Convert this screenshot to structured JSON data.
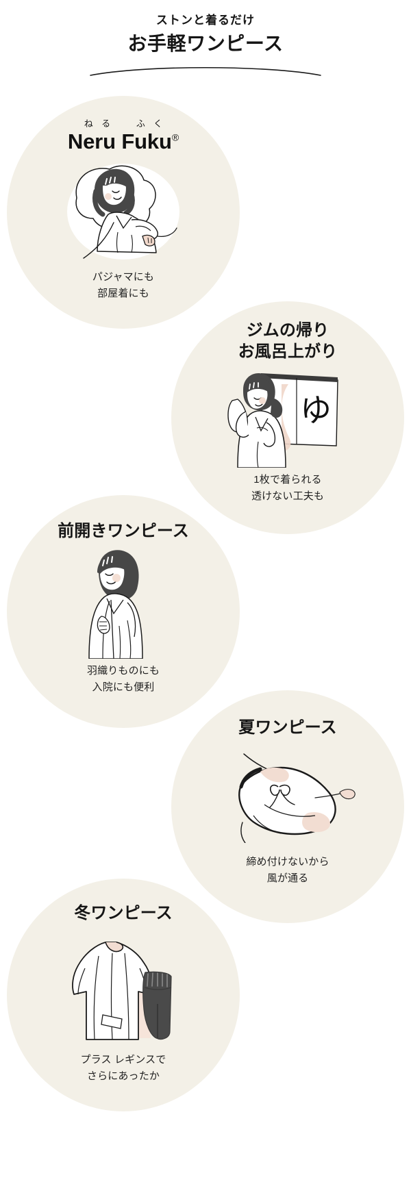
{
  "colors": {
    "blob_bg": "#f3f0e7",
    "text": "#161616",
    "ink": "#1a1a1a",
    "skin": "#f2d9cc",
    "hair": "#474747",
    "legging": "#4a4a4a",
    "page_bg": "#ffffff"
  },
  "header": {
    "eyebrow": "ストンと着るだけ",
    "title": "お手軽ワンピース",
    "rule_icon": "curved-underline"
  },
  "sections": [
    {
      "id": "neru-fuku",
      "side": "left",
      "ruby": "ねる　ふく",
      "brand": "Neru Fuku",
      "brand_mark": "®",
      "heading": "",
      "art": "sleeping-woman-on-pillow",
      "caption_line1": "パジャマにも",
      "caption_line2": "部屋着にも"
    },
    {
      "id": "gym-bath",
      "side": "right",
      "ruby": "",
      "brand": "",
      "heading_line1": "ジムの帰り",
      "heading_line2": "お風呂上がり",
      "art": "woman-with-towel-and-yu-noren",
      "noren_char": "ゆ",
      "caption_line1": "1枚で着られる",
      "caption_line2": "透けない工夫も"
    },
    {
      "id": "front-open",
      "side": "left",
      "ruby": "",
      "brand": "",
      "heading_line1": "前開きワンピース",
      "heading_line2": "",
      "art": "woman-in-front-open-dress",
      "caption_line1": "羽織りものにも",
      "caption_line2": "入院にも便利"
    },
    {
      "id": "summer",
      "side": "right",
      "ruby": "",
      "brand": "",
      "heading_line1": "夏ワンピース",
      "heading_line2": "",
      "art": "sleeveless-summer-dress",
      "caption_line1": "締め付けないから",
      "caption_line2": "風が通る"
    },
    {
      "id": "winter",
      "side": "left",
      "ruby": "",
      "brand": "",
      "heading_line1": "冬ワンピース",
      "heading_line2": "",
      "art": "winter-dress-with-leggings",
      "caption_line1": "プラス レギンスで",
      "caption_line2": "さらにあったか"
    }
  ]
}
